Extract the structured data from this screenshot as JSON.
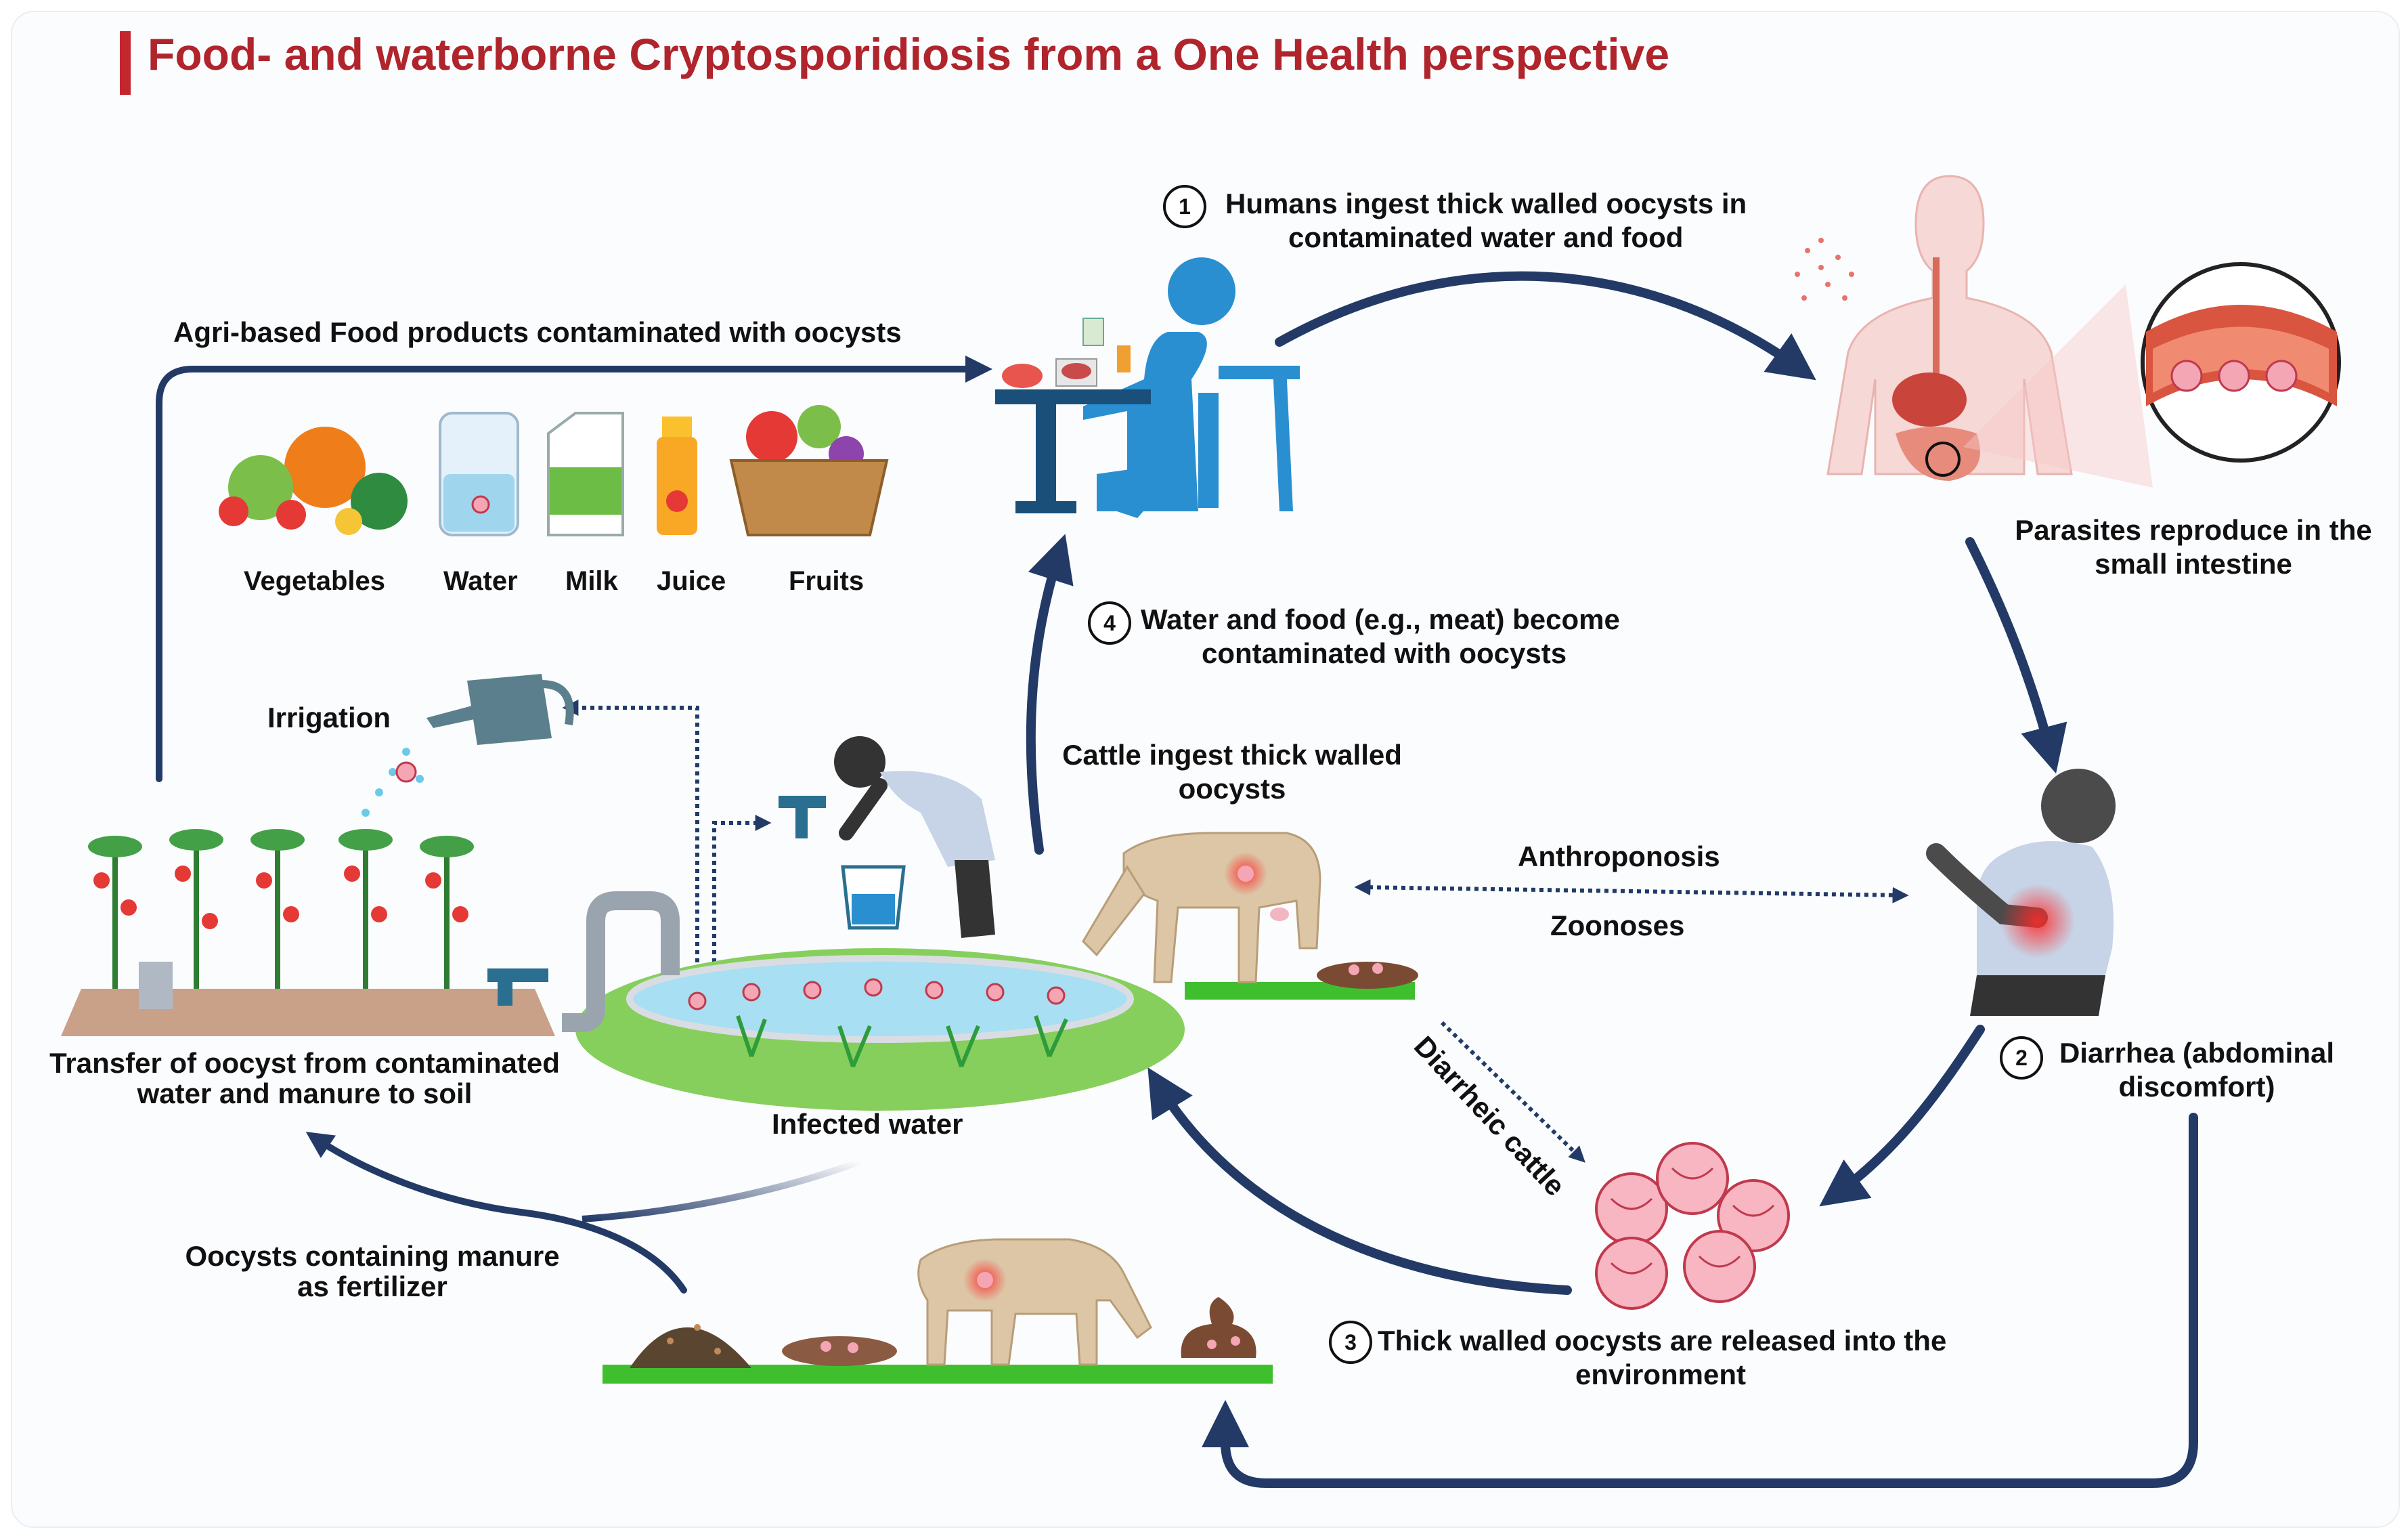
{
  "title": "Food- and waterborne Cryptosporidiosis from a One Health perspective",
  "steps": {
    "step1": {
      "num": "1",
      "line1": "Humans ingest thick walled oocysts in",
      "line2": "contaminated water and food"
    },
    "step2": {
      "num": "2",
      "line1": "Diarrhea (abdominal",
      "line2": "discomfort)"
    },
    "step3": {
      "num": "3",
      "line1": "Thick walled oocysts are released into the",
      "line2": "environment"
    },
    "step4": {
      "num": "4",
      "line1": "Water and food (e.g., meat) become",
      "line2": "contaminated with oocysts"
    }
  },
  "labels": {
    "agri": "Agri-based Food products contaminated with oocysts",
    "parasites_1": "Parasites reproduce in the",
    "parasites_2": "small intestine",
    "cattle_ingest_1": "Cattle ingest thick walled",
    "cattle_ingest_2": "oocysts",
    "anthroponosis": "Anthroponosis",
    "zoonoses": "Zoonoses",
    "diarrheic_cattle": "Diarrheic cattle",
    "irrigation": "Irrigation",
    "transfer_1": "Transfer of oocyst from contaminated",
    "transfer_2": "water and manure to soil",
    "infected_water": "Infected water",
    "manure_1": "Oocysts containing manure",
    "manure_2": "as fertilizer"
  },
  "products": [
    "Vegetables",
    "Water",
    "Milk",
    "Juice",
    "Fruits"
  ],
  "colors": {
    "title": "#b0242c",
    "arrow": "#233a67",
    "human_figure": "#2a8fd0",
    "oocyst": "#f4a6b5",
    "grass": "#3fbf2e",
    "water": "#a8dff2",
    "cattle": "#dcc6a6"
  }
}
